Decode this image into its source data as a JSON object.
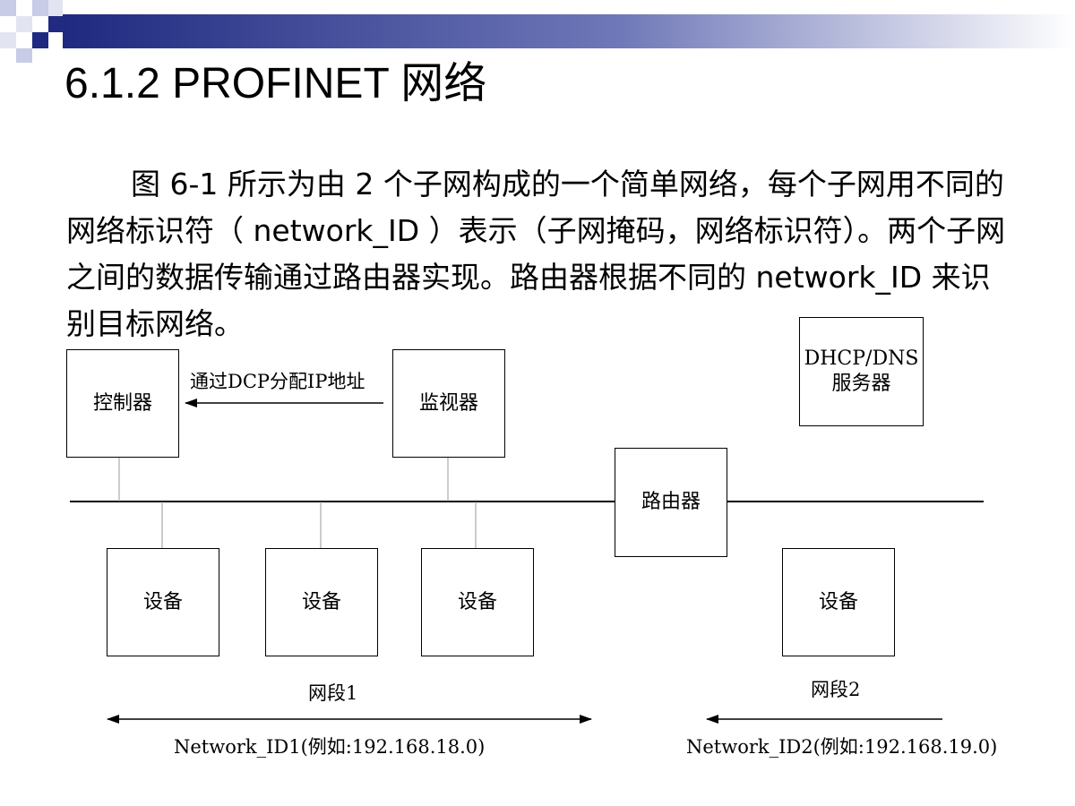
{
  "slide": {
    "title": "6.1.2 PROFINET 网络",
    "paragraph": "图 6-1 所示为由 2 个子网构成的一个简单网络，每个子网用不同的网络标识符（ network_ID ）表示（子网掩码，网络标识符）。两个子网之间的数据传输通过路由器实现。路由器根据不同的 network_ID 来识别目标网络。"
  },
  "diagram": {
    "controller": "控制器",
    "monitor": "监视器",
    "dcp_label": "通过DCP分配IP地址",
    "dhcp_line1": "DHCP/DNS",
    "dhcp_line2": "服务器",
    "router": "路由器",
    "device1": "设备",
    "device2": "设备",
    "device3": "设备",
    "device4": "设备",
    "segment1": "网段1",
    "segment2": "网段2",
    "network1": "Network_ID1(例如:192.168.18.0)",
    "network2": "Network_ID2(例如:192.168.19.0)"
  },
  "colors": {
    "decor_dark": "#2b3a8a",
    "decor_light": "#aab0d8"
  }
}
